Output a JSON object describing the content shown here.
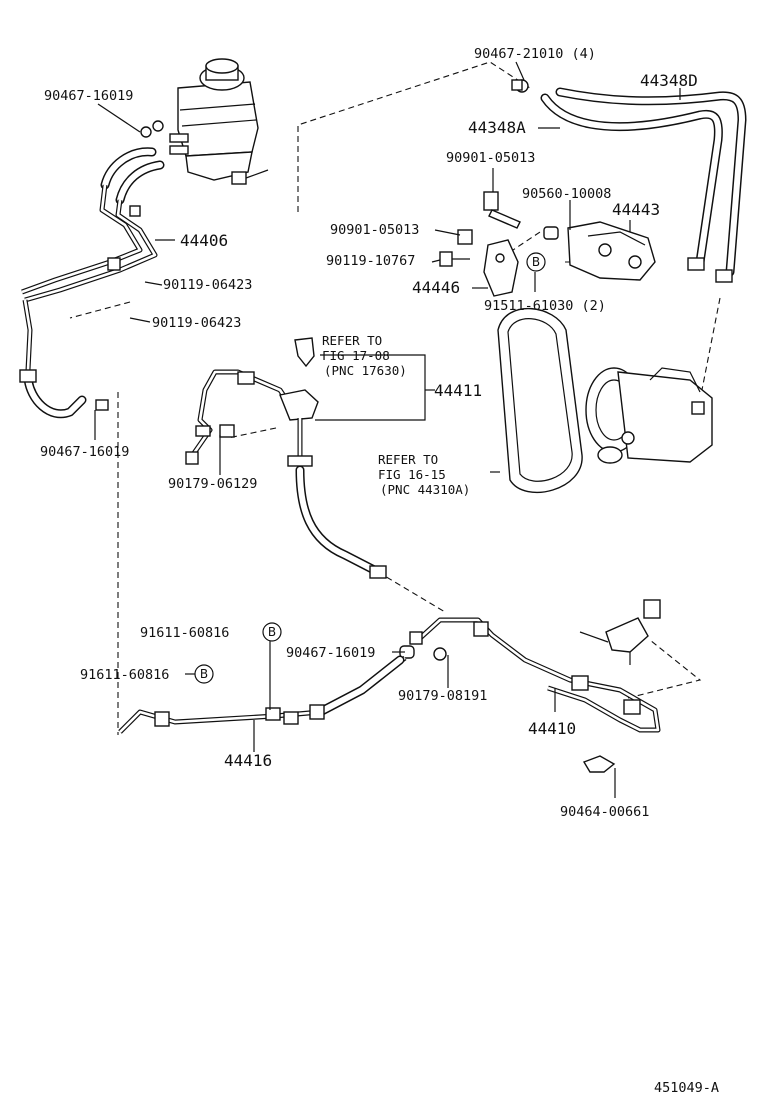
{
  "diagram_id": "451049-A",
  "labels": {
    "l_90467_21010": "90467-21010 (4)",
    "l_44348D": "44348D",
    "l_44348A": "44348A",
    "l_90467_16019_top": "90467-16019",
    "l_90901_05013_a": "90901-05013",
    "l_90560_10008": "90560-10008",
    "l_44443": "44443",
    "l_90901_05013_b": "90901-05013",
    "l_44406": "44406",
    "l_90119_10767": "90119-10767",
    "l_90119_06423_a": "90119-06423",
    "l_44446": "44446",
    "l_91511_61030": "91511-61030 (2)",
    "l_90119_06423_b": "90119-06423",
    "l_44411": "44411",
    "l_90467_16019_left": "90467-16019",
    "l_90179_06129": "90179-06129",
    "l_91611_60816_a": "91611-60816",
    "l_91611_60816_b": "91611-60816",
    "l_90467_16019_mid": "90467-16019",
    "l_90179_08191": "90179-08191",
    "l_44410": "44410",
    "l_44416": "44416",
    "l_90464_00661": "90464-00661"
  },
  "refs": {
    "ref_fig17_line1": "REFER TO",
    "ref_fig17_line2": "FIG 17-08",
    "ref_fig17_line3": "(PNC 17630)",
    "ref_fig16_line1": "REFER TO",
    "ref_fig16_line2": "FIG 16-15",
    "ref_fig16_line3": "(PNC 44310A)"
  },
  "markers": {
    "b_marker_bracket": "B",
    "b_marker_clamp_a": "B",
    "b_marker_clamp_b": "B"
  }
}
